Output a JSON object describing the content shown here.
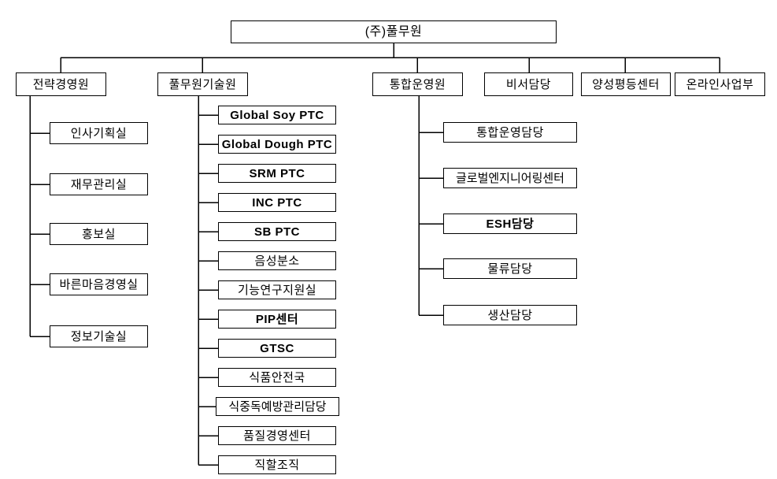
{
  "company": {
    "label": "(주)풀무원"
  },
  "divisions": [
    {
      "label": "전략경영원",
      "children": [
        "인사기획실",
        "재무관리실",
        "홍보실",
        "바른마음경영실",
        "정보기술실"
      ]
    },
    {
      "label": "풀무원기술원",
      "children": [
        "Global Soy PTC",
        "Global Dough PTC",
        "SRM PTC",
        "INC PTC",
        "SB PTC",
        "음성분소",
        "기능연구지원실",
        "PIP센터",
        "GTSC",
        "식품안전국",
        "식중독예방관리담당",
        "품질경영센터",
        "직할조직"
      ]
    },
    {
      "label": "통합운영원",
      "children": [
        "통합운영담당",
        "글로벌엔지니어링센터",
        "ESH담당",
        "물류담당",
        "생산담당"
      ]
    },
    {
      "label": "비서담당",
      "children": []
    },
    {
      "label": "양성평등센터",
      "children": []
    },
    {
      "label": "온라인사업부",
      "children": []
    }
  ],
  "colors": {
    "background": "#ffffff",
    "box_border": "#000000",
    "text": "#000000",
    "connector": "#000000"
  }
}
